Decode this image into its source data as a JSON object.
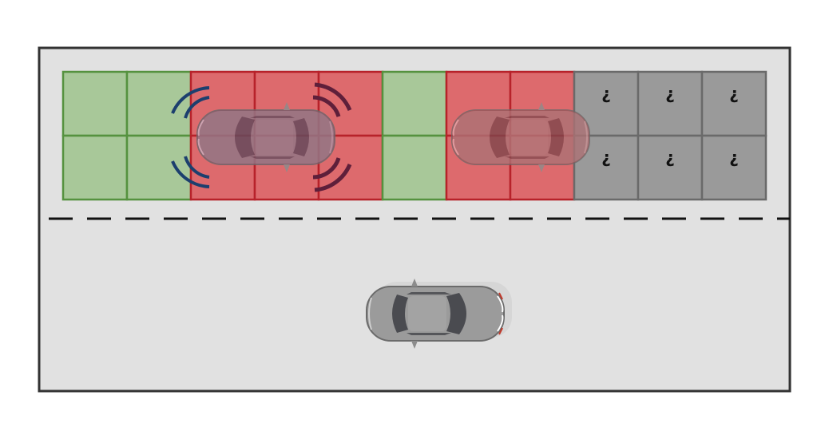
{
  "grid": {
    "rows": 2,
    "columns": 11,
    "cells": [
      [
        "free",
        "free",
        "occupied",
        "occupied",
        "occupied",
        "free",
        "occupied",
        "occupied",
        "unknown",
        "unknown",
        "unknown"
      ],
      [
        "free",
        "free",
        "occupied",
        "occupied",
        "occupied",
        "free",
        "occupied",
        "occupied",
        "unknown",
        "unknown",
        "unknown"
      ]
    ],
    "unknown_mark": "?"
  },
  "colors": {
    "free": "#a8c899",
    "free_border": "#55923f",
    "occupied": "#dd6a6d",
    "occupied_border": "#b7222a",
    "unknown": "#9a9a9a",
    "unknown_border": "#6a6a6a",
    "road": "#e1e1e1",
    "road_border": "#333333",
    "lane_marking": "#111111",
    "sensor_wave_outer": "#5e1f3a",
    "sensor_wave_inner": "#1c3f6e"
  },
  "vehicles": [
    {
      "id": "ego-car",
      "role": "ego",
      "has_sensor_waves": true
    },
    {
      "id": "parked-car",
      "role": "detected"
    },
    {
      "id": "other-car",
      "role": "other"
    }
  ]
}
